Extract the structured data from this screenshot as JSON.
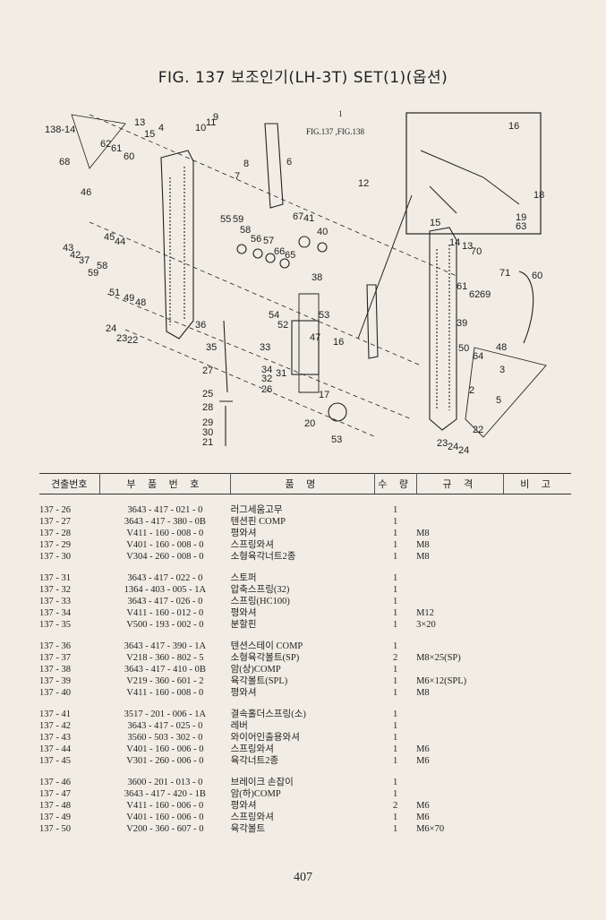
{
  "title": "FIG. 137 보조인기(LH-3T) SET(1)(옵션)",
  "figure_refs": {
    "top": "1",
    "refs": "FIG.137 ,FIG.138"
  },
  "callouts": [
    "138-14",
    "13",
    "15",
    "4",
    "10",
    "11",
    "9",
    "62",
    "61",
    "60",
    "68",
    "8",
    "6",
    "7",
    "12",
    "46",
    "55",
    "59",
    "58",
    "56",
    "57",
    "66",
    "65",
    "67",
    "41",
    "40",
    "45",
    "44",
    "43",
    "42",
    "37",
    "58",
    "59",
    "38",
    "53",
    "51",
    "49",
    "48",
    "54",
    "52",
    "47",
    "16",
    "24",
    "23",
    "22",
    "36",
    "35",
    "33",
    "27",
    "34",
    "31",
    "32",
    "26",
    "25",
    "28",
    "29",
    "30",
    "21",
    "20",
    "53",
    "17",
    "16",
    "18",
    "19",
    "63",
    "15",
    "14",
    "13",
    "70",
    "71",
    "60",
    "61",
    "62",
    "69",
    "39",
    "48",
    "50",
    "64",
    "2",
    "3",
    "5",
    "22",
    "23",
    "24"
  ],
  "table": {
    "headers": [
      "견출번호",
      "부 품 번 호",
      "품 명",
      "수 량",
      "규 격",
      "비 고"
    ],
    "groups": [
      [
        {
          "key": "137 - 26",
          "pno": "3643 - 417 - 021 - 0",
          "desc": "러그세움고무",
          "qty": "1",
          "spec": ""
        },
        {
          "key": "137 - 27",
          "pno": "3643 - 417 - 380 - 0B",
          "desc": "텐션핀 COMP",
          "qty": "1",
          "spec": ""
        },
        {
          "key": "137 - 28",
          "pno": "V411 - 160 - 008 - 0",
          "desc": "평와셔",
          "qty": "1",
          "spec": "M8"
        },
        {
          "key": "137 - 29",
          "pno": "V401 - 160 - 008 - 0",
          "desc": "스프링와셔",
          "qty": "1",
          "spec": "M8"
        },
        {
          "key": "137 - 30",
          "pno": "V304 - 260 - 008 - 0",
          "desc": "소형육각너트2종",
          "qty": "1",
          "spec": "M8"
        }
      ],
      [
        {
          "key": "137 - 31",
          "pno": "3643 - 417 - 022 - 0",
          "desc": "스토퍼",
          "qty": "1",
          "spec": ""
        },
        {
          "key": "137 - 32",
          "pno": "1364 - 403 - 005 - 1A",
          "desc": "압축스프링(32)",
          "qty": "1",
          "spec": ""
        },
        {
          "key": "137 - 33",
          "pno": "3643 - 417 - 026 - 0",
          "desc": "스프링(HC100)",
          "qty": "1",
          "spec": ""
        },
        {
          "key": "137 - 34",
          "pno": "V411 - 160 - 012 - 0",
          "desc": "평와셔",
          "qty": "1",
          "spec": "M12"
        },
        {
          "key": "137 - 35",
          "pno": "V500 - 193 - 002 - 0",
          "desc": "분할핀",
          "qty": "1",
          "spec": "3×20"
        }
      ],
      [
        {
          "key": "137 - 36",
          "pno": "3643 - 417 - 390 - 1A",
          "desc": "텐션스테이 COMP",
          "qty": "1",
          "spec": ""
        },
        {
          "key": "137 - 37",
          "pno": "V218 - 360 - 802 - 5",
          "desc": "소형육각볼트(SP)",
          "qty": "2",
          "spec": "M8×25(SP)"
        },
        {
          "key": "137 - 38",
          "pno": "3643 - 417 - 410 - 0B",
          "desc": "암(상)COMP",
          "qty": "1",
          "spec": ""
        },
        {
          "key": "137 - 39",
          "pno": "V219 - 360 - 601 - 2",
          "desc": "육각볼트(SPL)",
          "qty": "1",
          "spec": "M6×12(SPL)"
        },
        {
          "key": "137 - 40",
          "pno": "V411 - 160 - 008 - 0",
          "desc": "평와셔",
          "qty": "1",
          "spec": "M8"
        }
      ],
      [
        {
          "key": "137 - 41",
          "pno": "3517 - 201 - 006 - 1A",
          "desc": "결속홀더스프링(소)",
          "qty": "1",
          "spec": ""
        },
        {
          "key": "137 - 42",
          "pno": "3643 - 417 - 025 - 0",
          "desc": "레버",
          "qty": "1",
          "spec": ""
        },
        {
          "key": "137 - 43",
          "pno": "3560 - 503 - 302 - 0",
          "desc": "와이어인출용와셔",
          "qty": "1",
          "spec": ""
        },
        {
          "key": "137 - 44",
          "pno": "V401 - 160 - 006 - 0",
          "desc": "스프링와셔",
          "qty": "1",
          "spec": "M6"
        },
        {
          "key": "137 - 45",
          "pno": "V301 - 260 - 006 - 0",
          "desc": "육각너트2종",
          "qty": "1",
          "spec": "M6"
        }
      ],
      [
        {
          "key": "137 - 46",
          "pno": "3600 - 201 - 013 - 0",
          "desc": "브레이크 손잡이",
          "qty": "1",
          "spec": ""
        },
        {
          "key": "137 - 47",
          "pno": "3643 - 417 - 420 - 1B",
          "desc": "암(하)COMP",
          "qty": "1",
          "spec": ""
        },
        {
          "key": "137 - 48",
          "pno": "V411 - 160 - 006 - 0",
          "desc": "평와셔",
          "qty": "2",
          "spec": "M6"
        },
        {
          "key": "137 - 49",
          "pno": "V401 - 160 - 006 - 0",
          "desc": "스프링와셔",
          "qty": "1",
          "spec": "M6"
        },
        {
          "key": "137 - 50",
          "pno": "V200 - 360 - 607 - 0",
          "desc": "육각볼트",
          "qty": "1",
          "spec": "M6×70"
        }
      ]
    ]
  },
  "page_number": "407"
}
